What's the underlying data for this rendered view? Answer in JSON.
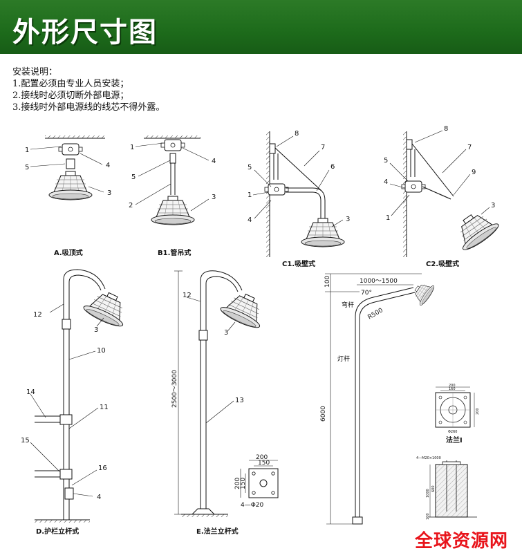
{
  "header": {
    "title": "外形尺寸图"
  },
  "notes": {
    "title": "安装说明：",
    "items": [
      "1.配置必须由专业人员安装；",
      "2.接线时必须切断外部电源；",
      "3.接线时外部电源线的线芯不得外露。"
    ]
  },
  "captions": {
    "a": "A.吸顶式",
    "b1": "B1.管吊式",
    "c1": "C1.吸壁式",
    "c2": "C2.吸壁式",
    "d": "D.护栏立杆式",
    "e": "E.法兰立杆式",
    "flange": "法兰Ⅰ"
  },
  "callouts": {
    "n1": "1",
    "n2": "2",
    "n3": "3",
    "n4": "4",
    "n5": "5",
    "n6": "6",
    "n7": "7",
    "n8": "8",
    "n9": "9",
    "n10": "10",
    "n11": "11",
    "n12": "12",
    "n13": "13",
    "n14": "14",
    "n15": "15",
    "n16": "16"
  },
  "dimensions": {
    "e_height": "2500～3000",
    "e_flange_200": "200",
    "e_flange_150": "150",
    "e_flange_holes": "4—Φ20",
    "f_top": "100",
    "f_arm": "1000～1500",
    "f_angle": "70°",
    "f_bend": "弯杆",
    "f_radius": "R500",
    "f_pole": "灯杆",
    "f_height": "6000",
    "fl_200": "200",
    "fl_160": "160",
    "fl_phi": "Φ260",
    "fl_m20": "4—M20×1000",
    "fl_1000": "1000",
    "fl_600": "600",
    "fl_100": "100"
  },
  "watermark": "全球资源网"
}
